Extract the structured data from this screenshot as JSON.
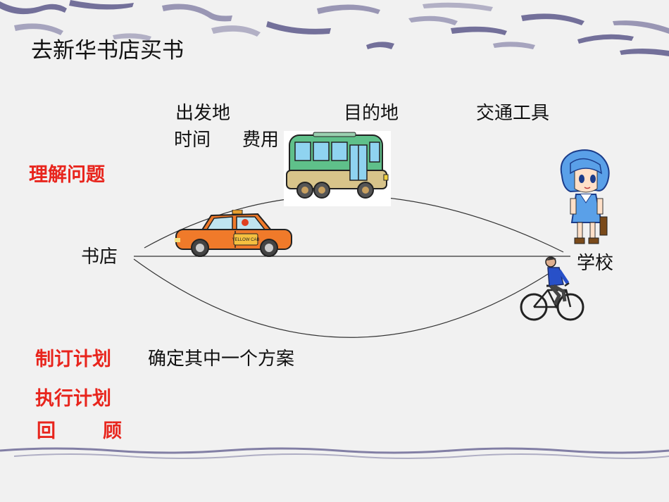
{
  "title": "去新华书店买书",
  "table_headers": {
    "origin": "出发地",
    "destination": "目的地",
    "transport": "交通工具",
    "time": "时间",
    "cost": "费用"
  },
  "steps": {
    "understand": "理解问题",
    "plan": "制订计划",
    "execute": "执行计划",
    "review_first": "回",
    "review_second": "顾"
  },
  "plan_note": "确定其中一个方案",
  "places": {
    "shop": "书店",
    "school": "学校"
  },
  "taxi_sign": "YELLOW CAB",
  "colors": {
    "step_label": "#e8251d",
    "text": "#111111",
    "background": "#f1f1f1",
    "decoration": "#5e5a8c"
  },
  "icons": [
    "bus-icon",
    "taxi-icon",
    "girl-icon",
    "cyclist-icon"
  ]
}
